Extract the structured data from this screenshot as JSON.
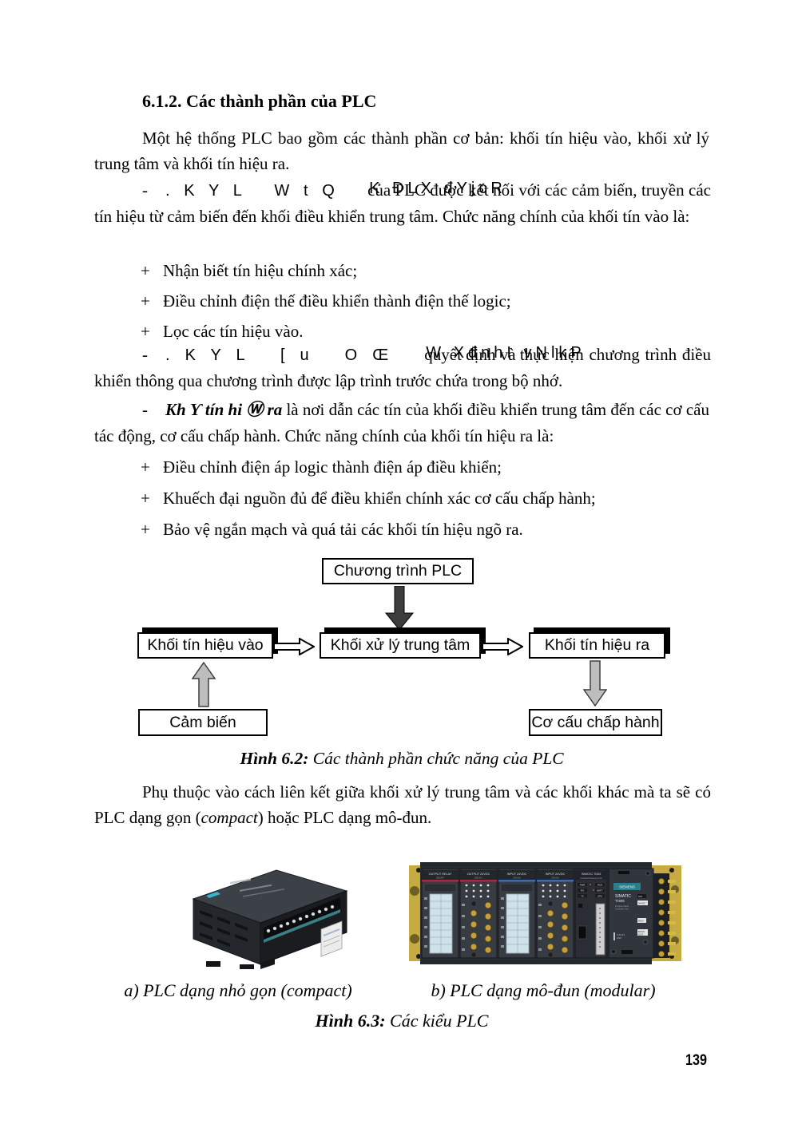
{
  "page_number": "139",
  "heading": "6.1.2. Các thành phần của PLC",
  "paragraphs": {
    "p1": "Một hệ thống PLC bao gồm các thành phần cơ bản: khối tín hiệu vào, khối xử lý trung tâm và khối tín hiệu ra.",
    "p_in": {
      "dash": "-",
      "garble": ". K Y L   W t Q   ",
      "overlap_under": "của PLC được",
      "overlap_over": "K ĐLX đYjcR",
      "rest": "kết nối với các cảm biến, truyền các tín hiệu từ cảm biến đến khối điều khiển trung tâm. Chức năng chính của khối tín vào là:"
    },
    "bullet_mark": "+",
    "bullets_in": [
      "Nhận biết tín hiệu chính xác;",
      "Điều chỉnh điện thế điều khiển thành điện thế logic;",
      "Lọc các tín hiệu vào."
    ],
    "p_cpu": {
      "dash": "-",
      "garble": ". K Y L   [ u   O Œ   ",
      "overlap_under": "quyết định và thực",
      "overlap_over": "W XđnhI vNlkP",
      "rest": "hiện chương trình điều khiển thông qua chương trình được lập trình trước chứa trong bộ nhớ."
    },
    "p_out": {
      "dash": "-",
      "lead": "Kh Ƴ tín hi Ⓦ ra",
      "rest": "là nơi dẫn các tín của khối điều khiển trung tâm đến các cơ cấu tác động, cơ cấu chấp hành. Chức năng chính của khối tín hiệu ra là:"
    },
    "bullets_out": [
      "Điều chỉnh điện áp logic thành điện áp điều khiển;",
      "Khuếch đại nguồn đủ để điều khiển chính xác cơ cấu chấp hành;",
      "Bảo vệ ngắn mạch và quá tải các khối tín hiệu ngõ ra."
    ],
    "p5": {
      "pre": "Phụ thuộc vào cách liên kết giữa khối xử lý trung tâm và các khối khác mà ta sẽ có PLC dạng gọn (",
      "italic": "compact",
      "post": ") hoặc PLC dạng mô-đun."
    }
  },
  "diagram": {
    "program": "Chương trình PLC",
    "input": "Khối tín hiệu vào",
    "cpu": "Khối xử lý trung tâm",
    "output": "Khối tín hiệu ra",
    "sensor": "Cảm biến",
    "actuator": "Cơ cấu chấp hành",
    "caption_label": "Hình 6.2:",
    "caption_text": " Các thành phần chức năng của PLC"
  },
  "figure63": {
    "caption_a": "a) PLC dạng nhỏ gọn (compact)",
    "caption_b": "b) PLC dạng mô-đun (modular)",
    "caption_label": "Hình 6.3:",
    "caption_text": " Các kiểu PLC",
    "modular_module_labels": [
      "OUTPUT RELAY",
      "OUTPUT 24VDC",
      "INPUT 24VDC",
      "INPUT 24VDC",
      "SIMATIC TI305",
      "SIEMENS",
      "SIMATIC TI305"
    ]
  },
  "colors": {
    "siemens_teal": "#2b7e90",
    "plate_yellow": "#c6ab43",
    "module_dark": "#373b42",
    "stripe_red": "#a8293d",
    "stripe_blue": "#3d6ca8",
    "terminal_cover_blue": "#cfe2ea",
    "brass_screw": "#c59f39",
    "arrow_gray": "#bdbdbd"
  }
}
